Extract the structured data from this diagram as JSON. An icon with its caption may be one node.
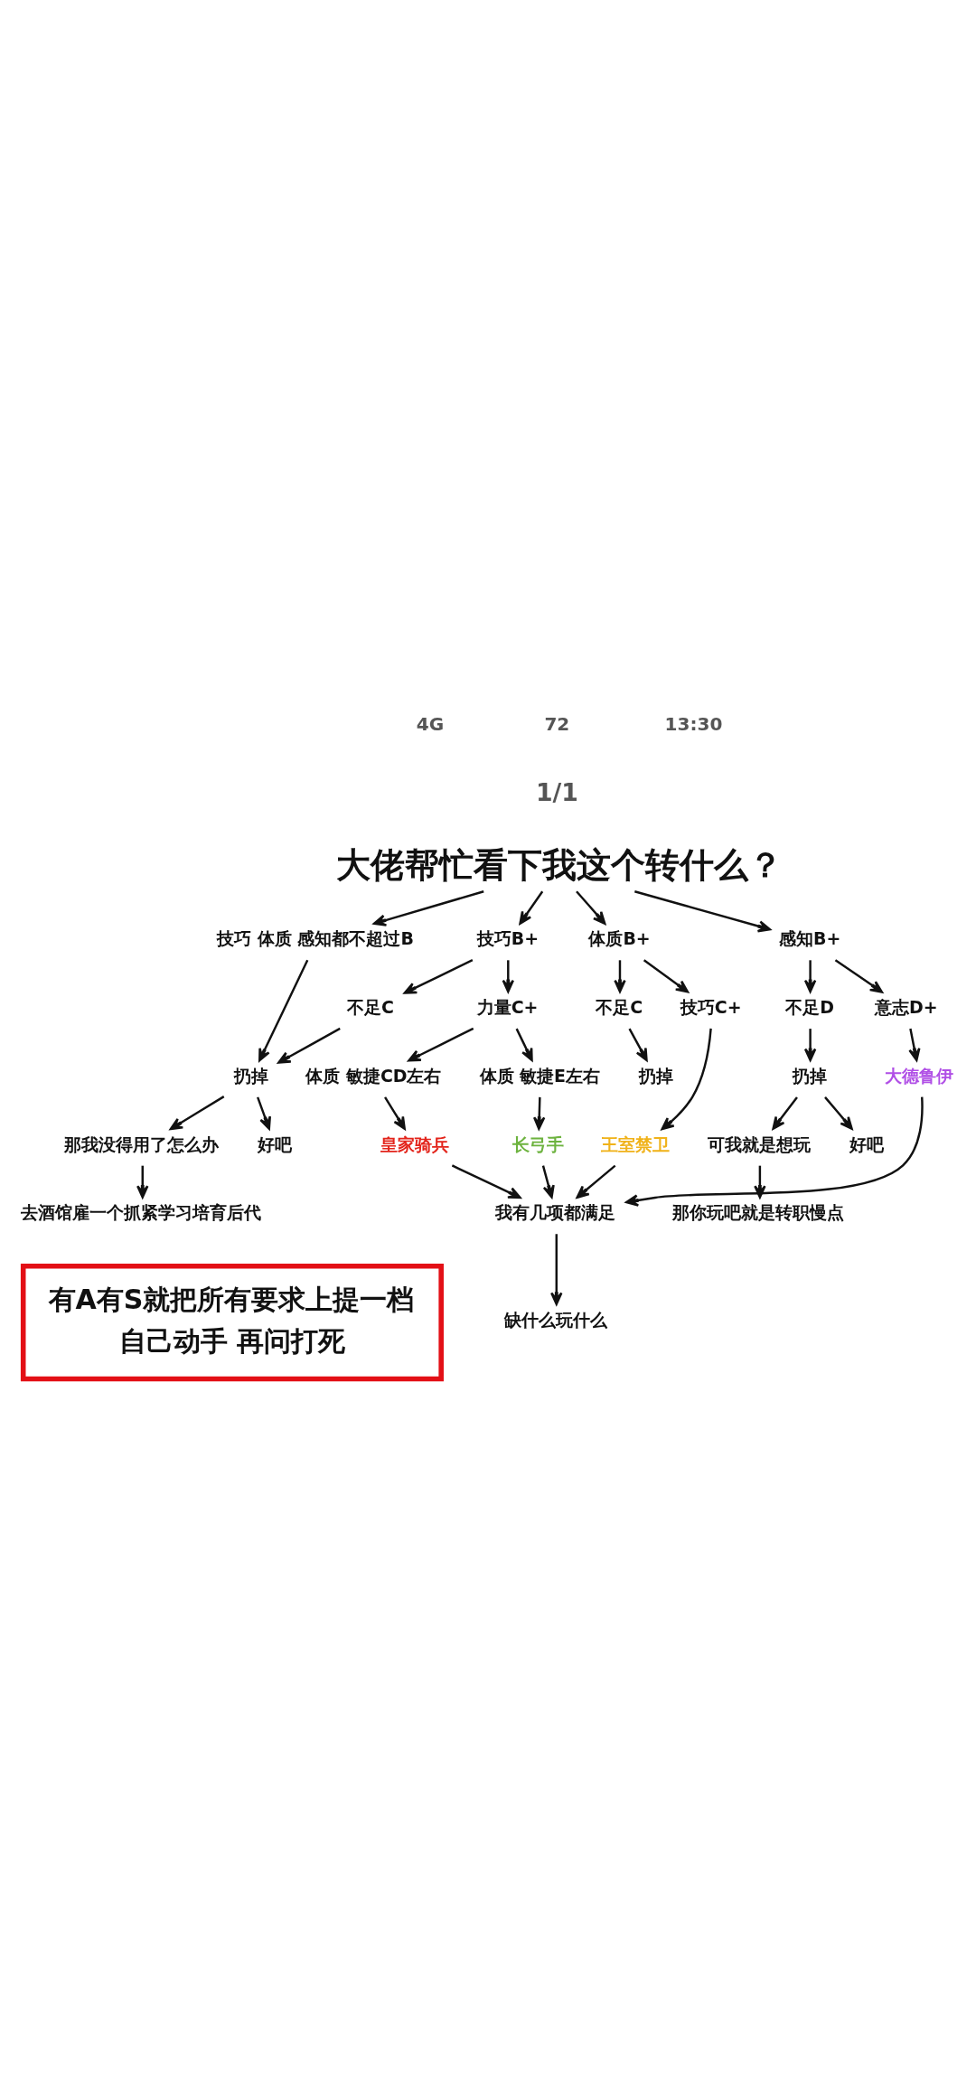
{
  "diagram": {
    "nodes": [
      {
        "text": [
          "大佬帮忙看下我这个转什么？"
        ]
      },
      {
        "text": [
          "技巧 体质 感知都不超过B"
        ]
      },
      {
        "text": [
          "技巧B+"
        ]
      },
      {
        "text": [
          "体质B+"
        ]
      },
      {
        "text": [
          "感知B+"
        ]
      },
      {
        "text": [
          "扔掉"
        ]
      },
      {
        "text": [
          "不足C"
        ]
      },
      {
        "text": [
          "力量C+"
        ]
      },
      {
        "text": [
          "不足C"
        ]
      },
      {
        "text": [
          "技巧C+"
        ]
      },
      {
        "text": [
          "不足D"
        ]
      },
      {
        "text": [
          "意志D+"
        ]
      },
      {
        "text": [
          "那我没得用了怎么办"
        ]
      },
      {
        "text": [
          "好吧"
        ]
      },
      {
        "text": [
          "体质 敏捷CD左右"
        ]
      },
      {
        "text": [
          "体质 敏捷E左右"
        ]
      },
      {
        "text": [
          "扔掉"
        ]
      },
      {
        "text": [
          "王室禁卫"
        ]
      },
      {
        "text": [
          "扔掉"
        ]
      },
      {
        "text": [
          "大德鲁伊"
        ]
      },
      {
        "text": [
          "去酒馆雇一个抓紧学习培育后代"
        ]
      },
      {
        "text": [
          "皇家骑兵"
        ]
      },
      {
        "text": [
          "长弓手"
        ]
      },
      {
        "text": [
          "可我就是想玩"
        ]
      },
      {
        "text": [
          "好吧"
        ]
      },
      {
        "text": [
          "那你玩吧就是转职慢点"
        ]
      },
      {
        "text": [
          "我有几项都满足"
        ]
      },
      {
        "text": [
          "缺什么玩什么"
        ]
      },
      {
        "text": [
          "有A有S就把所有要求上提一档",
          "自己动手 再问打死"
        ]
      }
    ],
    "edges": [
      {
        "from": 0,
        "to": 1,
        "arrow": "to"
      },
      {
        "from": 0,
        "to": 2,
        "arrow": "to"
      },
      {
        "from": 0,
        "to": 3,
        "arrow": "to"
      },
      {
        "from": 0,
        "to": 4,
        "arrow": "to"
      },
      {
        "from": 1,
        "to": 5,
        "arrow": "to"
      },
      {
        "from": 2,
        "to": 6,
        "arrow": "to"
      },
      {
        "from": 2,
        "to": 7,
        "arrow": "to"
      },
      {
        "from": 6,
        "to": 5,
        "arrow": "to"
      },
      {
        "from": 3,
        "to": 8,
        "arrow": "to"
      },
      {
        "from": 3,
        "to": 9,
        "arrow": "to"
      },
      {
        "from": 4,
        "to": 10,
        "arrow": "to"
      },
      {
        "from": 4,
        "to": 11,
        "arrow": "to"
      },
      {
        "from": 5,
        "to": 12,
        "arrow": "to"
      },
      {
        "from": 5,
        "to": 13,
        "arrow": "to"
      },
      {
        "from": 7,
        "to": 14,
        "arrow": "to"
      },
      {
        "from": 7,
        "to": 15,
        "arrow": "to"
      },
      {
        "from": 8,
        "to": 16,
        "arrow": "to"
      },
      {
        "from": 9,
        "to": 17,
        "arrow": "to"
      },
      {
        "from": 10,
        "to": 18,
        "arrow": "to"
      },
      {
        "from": 11,
        "to": 19,
        "arrow": "to"
      },
      {
        "from": 12,
        "to": 20,
        "arrow": "to"
      },
      {
        "from": 14,
        "to": 21,
        "arrow": "to"
      },
      {
        "from": 15,
        "to": 22,
        "arrow": "to"
      },
      {
        "from": 18,
        "to": 23,
        "arrow": "to"
      },
      {
        "from": 18,
        "to": 24,
        "arrow": "to"
      },
      {
        "from": 23,
        "to": 25,
        "arrow": "to"
      },
      {
        "from": 21,
        "to": 26,
        "arrow": "to"
      },
      {
        "from": 22,
        "to": 26,
        "arrow": "to"
      },
      {
        "from": 17,
        "to": 26,
        "arrow": "to"
      },
      {
        "from": 19,
        "to": 26,
        "arrow": "to"
      },
      {
        "from": 26,
        "to": 27,
        "arrow": "to"
      }
    ],
    "labels": [
      "4G",
      "72",
      "13:30",
      "1/1"
    ]
  }
}
